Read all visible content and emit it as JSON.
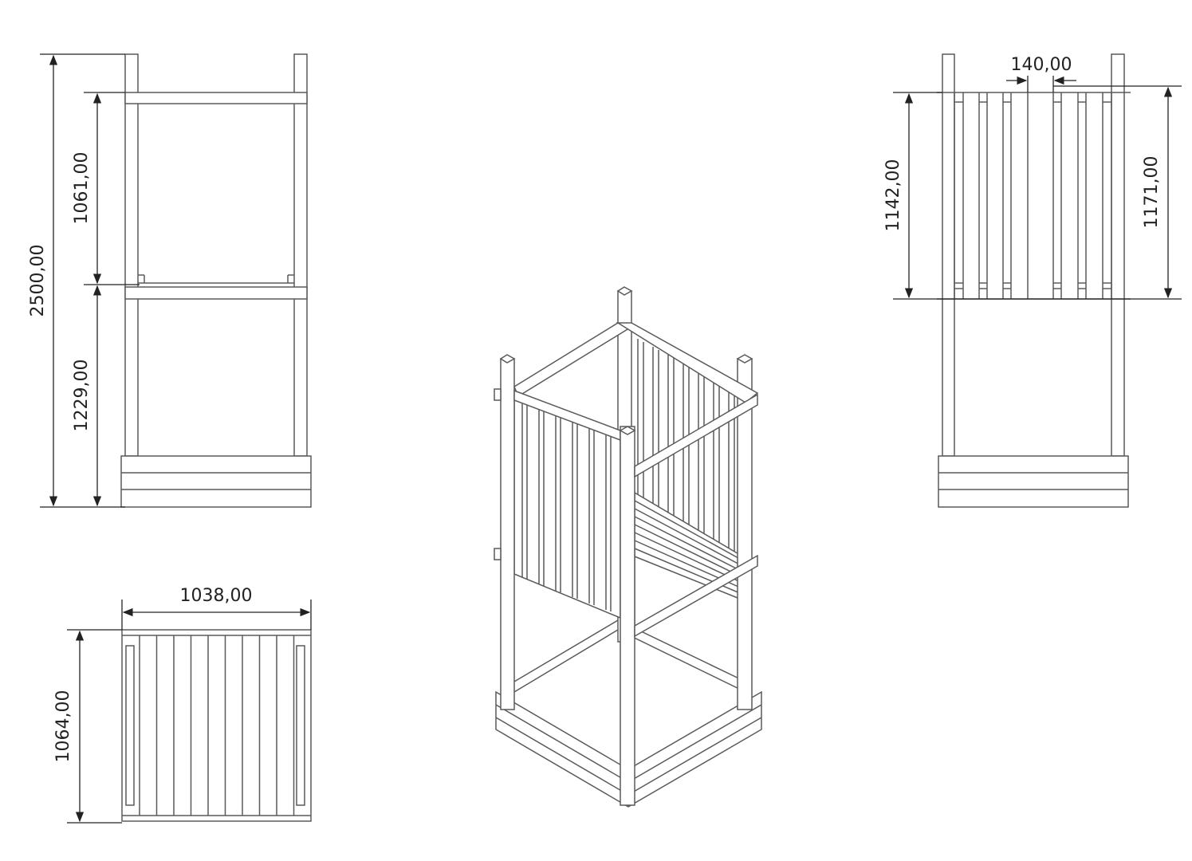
{
  "dimensions": {
    "total_height": "2500,00",
    "upper_height": "1061,00",
    "lower_height": "1229,00",
    "plan_width": "1038,00",
    "plan_depth": "1064,00",
    "gap_width": "140,00",
    "panel_height_left": "1142,00",
    "panel_height_right": "1171,00"
  },
  "colors": {
    "line": "#5a5a5a",
    "dimension": "#222222",
    "background": "#ffffff"
  }
}
